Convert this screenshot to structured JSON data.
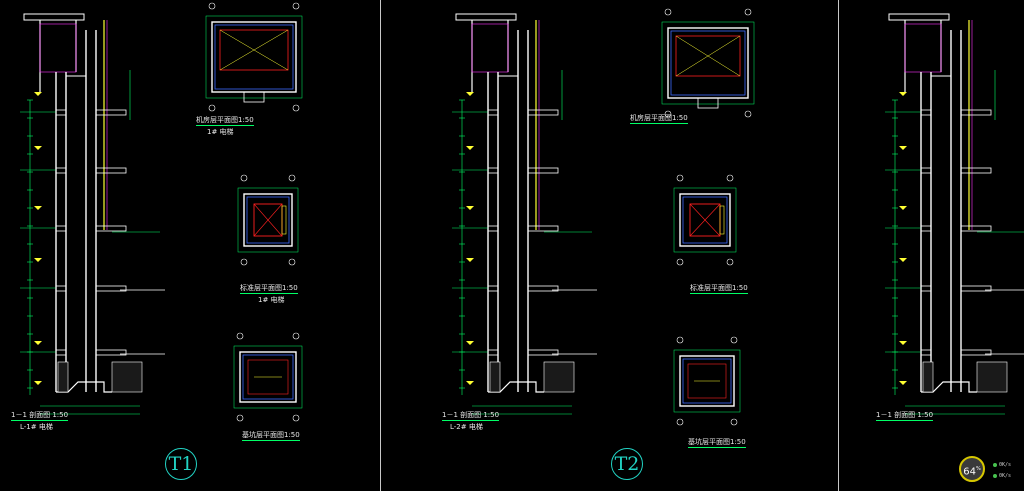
{
  "drawing": {
    "panels": [
      {
        "id": "T1",
        "badge": "T1",
        "section_title": "1－1 剖面图 1:50",
        "section_subtitle": "L-1# 电梯",
        "plans": [
          {
            "title": "机房层平面图1:50",
            "subtitle": "1# 电梯"
          },
          {
            "title": "标准层平面图1:50",
            "subtitle": "1# 电梯"
          },
          {
            "title": "基坑层平面图1:50",
            "subtitle": ""
          }
        ]
      },
      {
        "id": "T2",
        "badge": "T2",
        "section_title": "1－1 剖面图 1:50",
        "section_subtitle": "L-2# 电梯",
        "plans": [
          {
            "title": "机房层平面图1:50",
            "subtitle": ""
          },
          {
            "title": "标准层平面图1:50",
            "subtitle": ""
          },
          {
            "title": "基坑层平面图1:50",
            "subtitle": ""
          }
        ]
      },
      {
        "id": "T3",
        "badge": "",
        "section_title": "1－1 剖面图 1:50",
        "section_subtitle": "",
        "plans": []
      }
    ],
    "colors": {
      "background": "#000000",
      "wall": "#ffffff",
      "dimension": "#00ff66",
      "annotation": "#ffff33",
      "red": "#ff2020",
      "blue": "#3b6bff",
      "magenta": "#ff33ff",
      "cyan": "#22d3c4"
    }
  },
  "perf_monitor": {
    "value": "64",
    "unit": "%",
    "up": "0K/s",
    "down": "0K/s"
  }
}
